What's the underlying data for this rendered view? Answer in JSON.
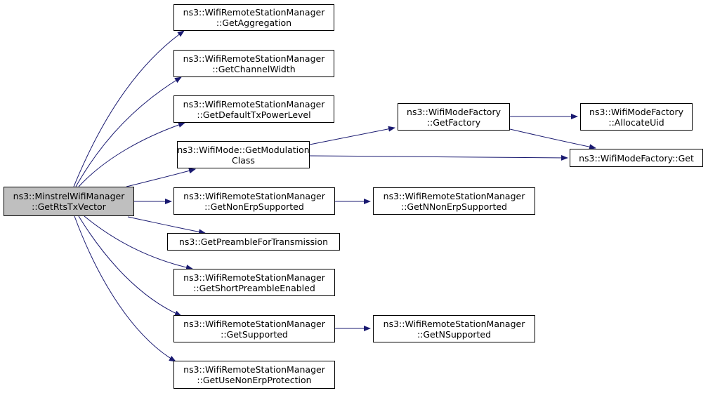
{
  "colors": {
    "edge": "#191970",
    "node_border": "#000000",
    "root_fill": "#bfbfbf",
    "node_fill": "#ffffff"
  },
  "nodes": {
    "root": {
      "line1": "ns3::MinstrelWifiManager",
      "line2": "::GetRtsTxVector"
    },
    "get_aggregation": {
      "line1": "ns3::WifiRemoteStationManager",
      "line2": "::GetAggregation"
    },
    "get_channel_width": {
      "line1": "ns3::WifiRemoteStationManager",
      "line2": "::GetChannelWidth"
    },
    "get_default_tx_power_level": {
      "line1": "ns3::WifiRemoteStationManager",
      "line2": "::GetDefaultTxPowerLevel"
    },
    "get_modulation_class": {
      "line1": "ns3::WifiMode::GetModulation",
      "line2": "Class"
    },
    "get_non_erp_supported": {
      "line1": "ns3::WifiRemoteStationManager",
      "line2": "::GetNonErpSupported"
    },
    "get_preamble_for_transmission": {
      "line1": "ns3::GetPreambleForTransmission"
    },
    "get_short_preamble_enabled": {
      "line1": "ns3::WifiRemoteStationManager",
      "line2": "::GetShortPreambleEnabled"
    },
    "get_supported": {
      "line1": "ns3::WifiRemoteStationManager",
      "line2": "::GetSupported"
    },
    "get_use_non_erp_protection": {
      "line1": "ns3::WifiRemoteStationManager",
      "line2": "::GetUseNonErpProtection"
    },
    "get_factory": {
      "line1": "ns3::WifiModeFactory",
      "line2": "::GetFactory"
    },
    "allocate_uid": {
      "line1": "ns3::WifiModeFactory",
      "line2": "::AllocateUid"
    },
    "factory_get": {
      "line1": "ns3::WifiModeFactory::Get"
    },
    "get_n_non_erp_supported": {
      "line1": "ns3::WifiRemoteStationManager",
      "line2": "::GetNNonErpSupported"
    },
    "get_n_supported": {
      "line1": "ns3::WifiRemoteStationManager",
      "line2": "::GetNSupported"
    }
  }
}
